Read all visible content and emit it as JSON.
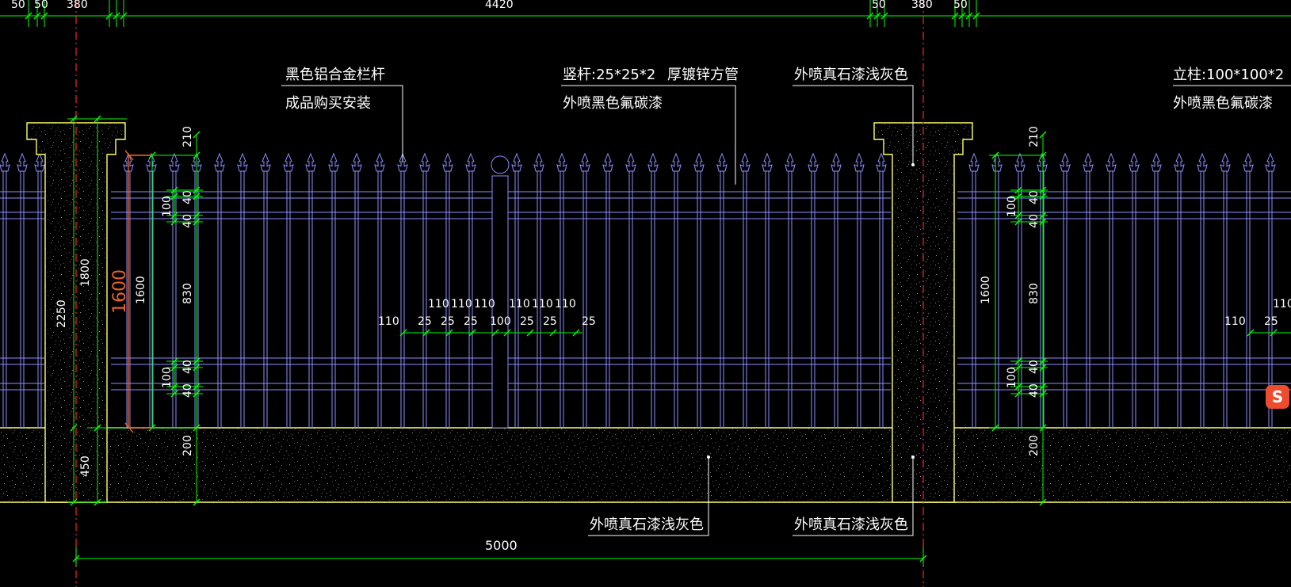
{
  "drawing": {
    "notes": {
      "aluminum_rail": "黑色铝合金栏杆",
      "bought_installed": "成品购买安装",
      "picket_spec": "竖杆:25*25*2",
      "picket_tube": "厚镀锌方管",
      "picket_paint": "外喷黑色氟碳漆",
      "pillar_paint_top": "外喷真石漆浅灰色",
      "post_spec": "立柱:100*100*2",
      "post_paint": "外喷黑色氟碳漆",
      "base_paint_left": "外喷真石漆浅灰色",
      "base_paint_right": "外喷真石漆浅灰色"
    },
    "dims": {
      "top_left_a": "50",
      "top_left_b": "50",
      "top_pillar_a": "380",
      "top_span": "4420",
      "top_right_a": "50",
      "top_pillar_b": "380",
      "top_right_b": "50",
      "bottom_total": "5000",
      "pillar_height": "2250",
      "pillar_upper": "1800",
      "pillar_lower": "450",
      "fence_height_orange": "1600",
      "fence_height": "1600",
      "fence_height_right": "1600",
      "spike_height": "210",
      "spike_height_right": "210",
      "rail_top_a": "40",
      "rail_top_gap": "100",
      "rail_top_b": "40",
      "mid_panel": "830",
      "rail_bot_a": "40",
      "rail_bot_gap": "100",
      "rail_bot_b": "40",
      "base_height": "200",
      "rail_top_a_r": "40",
      "rail_top_gap_r": "100",
      "rail_top_b_r": "40",
      "mid_panel_r": "830",
      "rail_bot_a_r": "40",
      "rail_bot_gap_r": "100",
      "rail_bot_b_r": "40",
      "base_height_r": "200",
      "spacing_top": [
        "110",
        "110",
        "110",
        "110",
        "110",
        "110"
      ],
      "spacing_bottom": [
        "110",
        "25",
        "25",
        "25",
        "100",
        "25",
        "25",
        "25"
      ],
      "spacing_right": [
        "110",
        "110",
        "25"
      ]
    },
    "badge": "S",
    "colors": {
      "background": "#000000",
      "fence": "#8c8cff",
      "pillar_outline": "#ffff66",
      "dimension": "#00ff00",
      "center_line": "#ff2020",
      "leader": "#ffffff",
      "orange_dim": "#e8622a"
    }
  }
}
